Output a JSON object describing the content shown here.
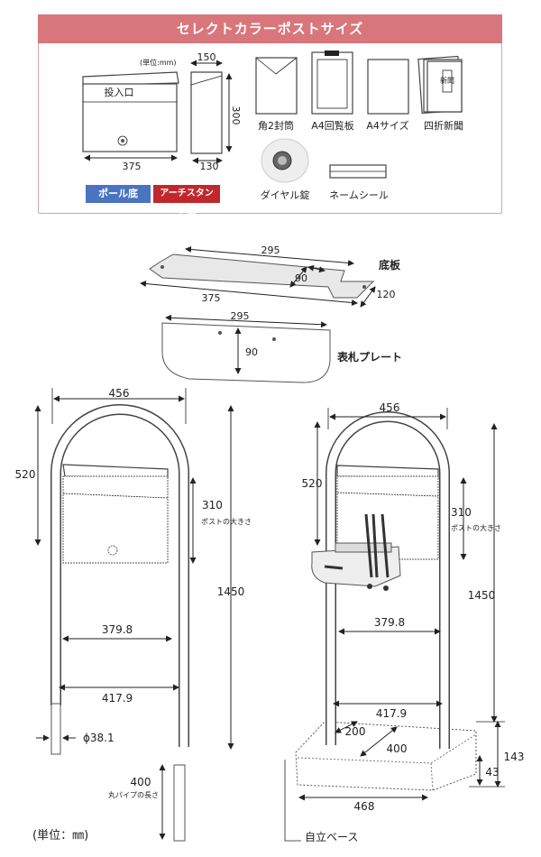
{
  "header": {
    "title": "セレクトカラーポストサイズ"
  },
  "top_panel": {
    "unit_note": "(単位:mm)",
    "box_label": "投入口",
    "box_dims": {
      "width": "375",
      "height": "300",
      "depth": "150",
      "base_depth": "130"
    },
    "items": [
      {
        "label": "角2封筒"
      },
      {
        "label": "A4回覧板"
      },
      {
        "label": "A4サイズ"
      },
      {
        "label": "四折新聞"
      },
      {
        "label": "ダイヤル錠"
      },
      {
        "label": "ネームシール"
      }
    ],
    "newspaper_text": "新聞",
    "badges": [
      {
        "label": "ポール底",
        "color": "#4a74c0"
      },
      {
        "label": "アーチスタンド底",
        "color": "#c0282e"
      }
    ]
  },
  "base_plate": {
    "name": "底板",
    "top": "295",
    "inner": "90",
    "length": "375",
    "width": "120"
  },
  "name_plate": {
    "name": "表札プレート",
    "width": "295",
    "height": "90"
  },
  "left_diagram": {
    "width": "456",
    "arch_height": "520",
    "post_size": "310",
    "post_size_label": "ポストの大きさ",
    "total_height": "1450",
    "inner_width": "379.8",
    "pole_span": "417.9",
    "pipe_diameter": "ϕ38.1",
    "pipe_length": "400",
    "pipe_length_label": "丸パイプの長さ"
  },
  "right_diagram": {
    "width": "456",
    "arch_height": "520",
    "post_size": "310",
    "post_size_label": "ポストの大きさ",
    "total_height": "1450",
    "inner_width": "379.8",
    "pole_span": "417.9",
    "base_a": "200",
    "base_b": "400",
    "base_width": "468",
    "base_height": "143",
    "base_thickness": "43",
    "base_label": "自立ベース"
  },
  "footer": {
    "unit": "(単位：㎜)"
  }
}
